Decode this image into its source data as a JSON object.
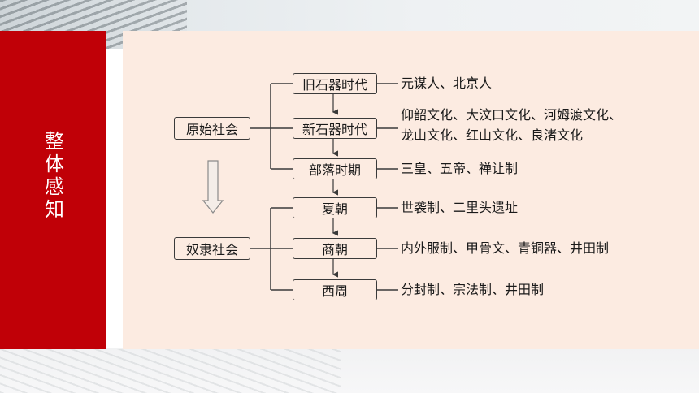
{
  "side_title": [
    "整",
    "体",
    "感",
    "知"
  ],
  "diagram": {
    "society_1": "原始社会",
    "society_2": "奴隶社会",
    "periods": [
      {
        "label": "旧石器时代",
        "desc": [
          "元谋人、北京人"
        ]
      },
      {
        "label": "新石器时代",
        "desc": [
          "仰韶文化、大汶口文化、河姆渡文化、",
          "龙山文化、红山文化、良渚文化"
        ]
      },
      {
        "label": "部落时期",
        "desc": [
          "三皇、五帝、禅让制"
        ]
      },
      {
        "label": "夏朝",
        "desc": [
          "世袭制、二里头遗址"
        ]
      },
      {
        "label": "商朝",
        "desc": [
          "内外服制、甲骨文、青铜器、井田制"
        ]
      },
      {
        "label": "西周",
        "desc": [
          "分封制、宗法制、井田制"
        ]
      }
    ]
  },
  "colors": {
    "accent_red": "#c00007",
    "panel_bg": "#fcebe1"
  }
}
